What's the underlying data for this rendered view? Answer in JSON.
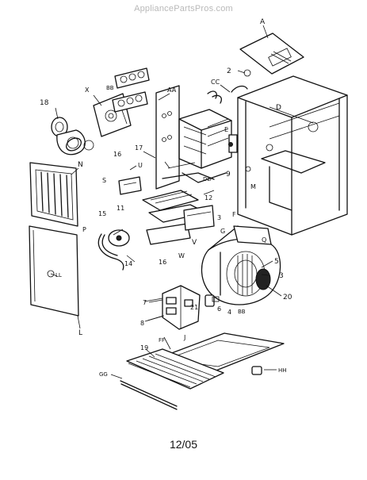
{
  "watermark": "AppliancePartsPros.com",
  "date_code": "12/05",
  "callouts": [
    "A",
    "2",
    "CC",
    "AA",
    "BB",
    "X",
    "18",
    "D",
    "17",
    "16",
    "S",
    "U",
    "E",
    "DD",
    "9",
    "M",
    "12",
    "N",
    "11",
    "15",
    "3",
    "F",
    "P",
    "G",
    "V",
    "5",
    "14",
    "16",
    "W",
    "Q",
    "LL",
    "3",
    "20",
    "7",
    "21",
    "6",
    "4",
    "BB",
    "8",
    "L",
    "J",
    "19",
    "FF",
    "GG",
    "HH"
  ]
}
